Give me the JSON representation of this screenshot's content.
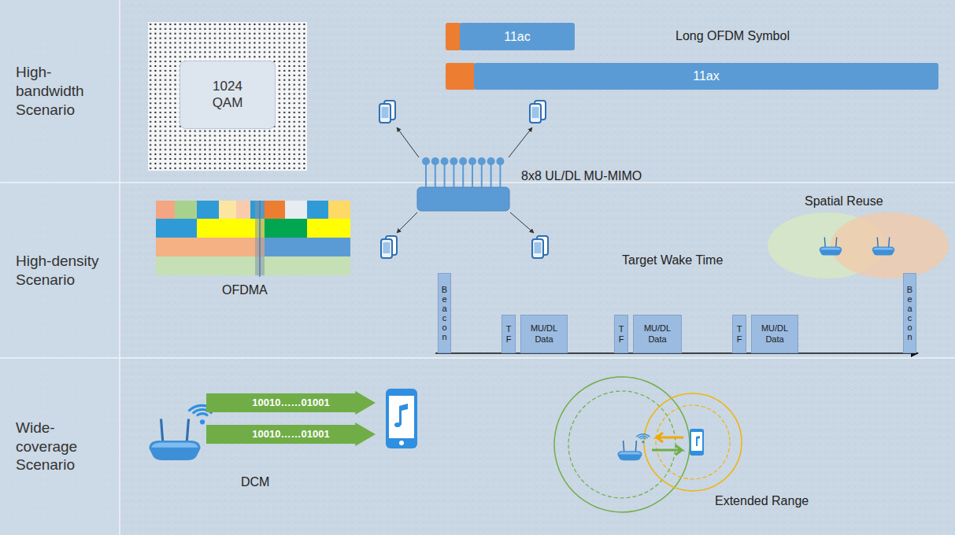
{
  "diagram": {
    "nodes": [
      {
        "text": [
          "High-bandwidth Scenario"
        ]
      },
      {
        "text": [
          "1024 QAM"
        ],
        "in": 0
      },
      {
        "text": [
          "11ac"
        ],
        "in": 0
      },
      {
        "text": [
          "11ax"
        ],
        "in": 0
      },
      {
        "text": [
          "High-density Scenario"
        ]
      },
      {
        "text": [
          "Beacon"
        ],
        "in": 4
      },
      {
        "text": [
          "TF"
        ],
        "in": 4
      },
      {
        "text": [
          "MU/DL Data"
        ],
        "in": 4
      },
      {
        "text": [
          "TF"
        ],
        "in": 4
      },
      {
        "text": [
          "MU/DL Data"
        ],
        "in": 4
      },
      {
        "text": [
          "TF"
        ],
        "in": 4
      },
      {
        "text": [
          "MU/DL Data"
        ],
        "in": 4
      },
      {
        "text": [
          "Beacon"
        ],
        "in": 4
      },
      {
        "text": [
          "Wide-coverage Scenario"
        ]
      },
      {
        "text": [
          "10010……01001"
        ],
        "in": 13
      },
      {
        "text": [
          "10010……01001"
        ],
        "in": 13
      }
    ],
    "labels": [
      "Long OFDM Symbol",
      "8x8 UL/DL MU-MIMO",
      "Spatial Reuse",
      "OFDMA",
      "Target Wake Time",
      "DCM",
      "Extended Range"
    ]
  }
}
